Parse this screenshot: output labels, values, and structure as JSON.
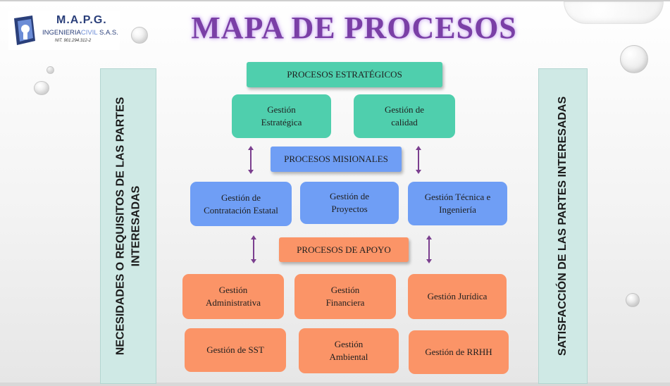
{
  "logo": {
    "name": "M.A.P.G.",
    "sub_prefix": "INGENIERIA",
    "sub_highlight": "CIVIL",
    "sub_suffix": " S.A.S.",
    "nit": "NIT. 901.294.312-2"
  },
  "title": "MAPA DE PROCESOS",
  "left_column": {
    "line1": "NECESIDADES O REQUISITOS DE LAS PARTES",
    "line2": "INTERESADAS"
  },
  "right_column": {
    "line1": "SATISFACCIÓN DE LAS PARTES INTERESADAS"
  },
  "strategic": {
    "header": "PROCESOS ESTRATÉGICOS",
    "items": [
      "Gestión Estratégica",
      "Gestión de calidad"
    ]
  },
  "missional": {
    "header": "PROCESOS MISIONALES",
    "items": [
      "Gestión de Contratación Estatal",
      "Gestión de Proyectos",
      "Gestión Técnica e Ingeniería"
    ]
  },
  "support": {
    "header": "PROCESOS DE APOYO",
    "items": [
      "Gestión Administrativa",
      "Gestión Financiera",
      "Gestión Jurídica",
      "Gestión de SST",
      "Gestión Ambiental",
      "Gestión de RRHH"
    ]
  },
  "colors": {
    "strategic": "#4fcfad",
    "missional": "#6f9ef5",
    "support": "#fb9467",
    "side_columns": "#cfe9e5",
    "title": "#7a3fa6",
    "arrows": "#7b3f8f"
  }
}
